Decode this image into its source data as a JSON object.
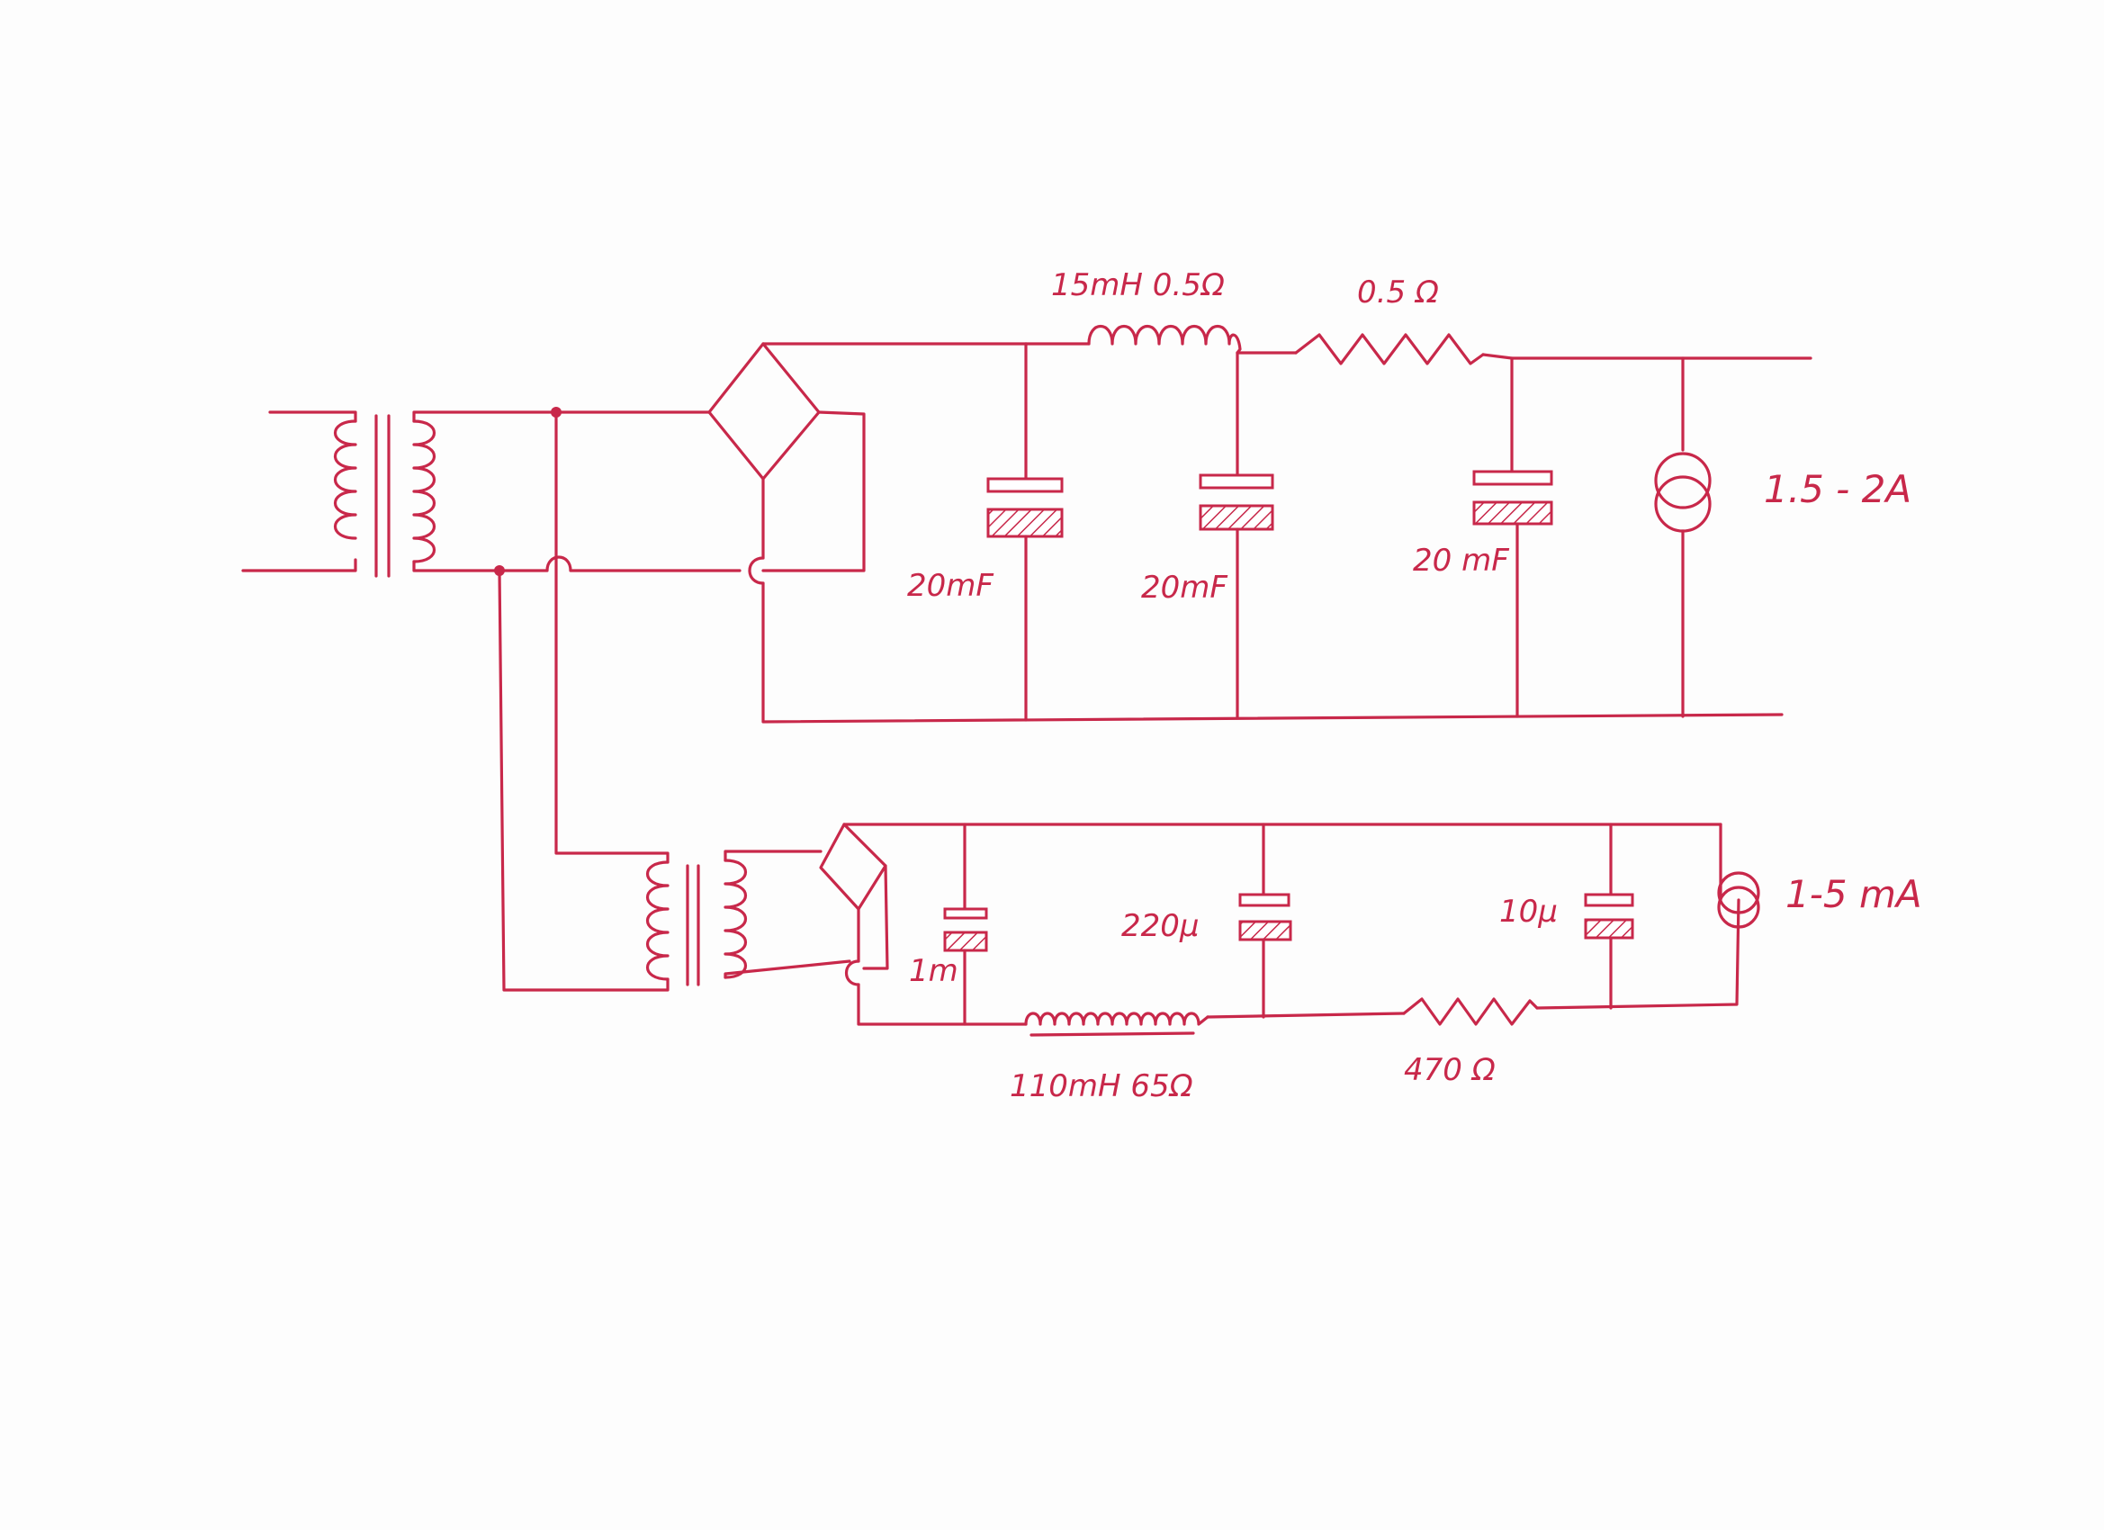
{
  "colors": {
    "ink": "#c8284a",
    "paper": "#fdfdfd"
  },
  "main_supply": {
    "inductor_label": "15mH 0.5Ω",
    "resistor_label": "0.5 Ω",
    "cap1_label": "20mF",
    "cap2_label": "20mF",
    "cap3_label": "20 mF",
    "load_label": "1.5 - 2A"
  },
  "aux_supply": {
    "cap1_label": "1m",
    "cap2_label": "220µ",
    "cap3_label": "10µ",
    "inductor_label": "110mH 65Ω",
    "resistor_label": "470 Ω",
    "load_label": "1-5 mA"
  }
}
